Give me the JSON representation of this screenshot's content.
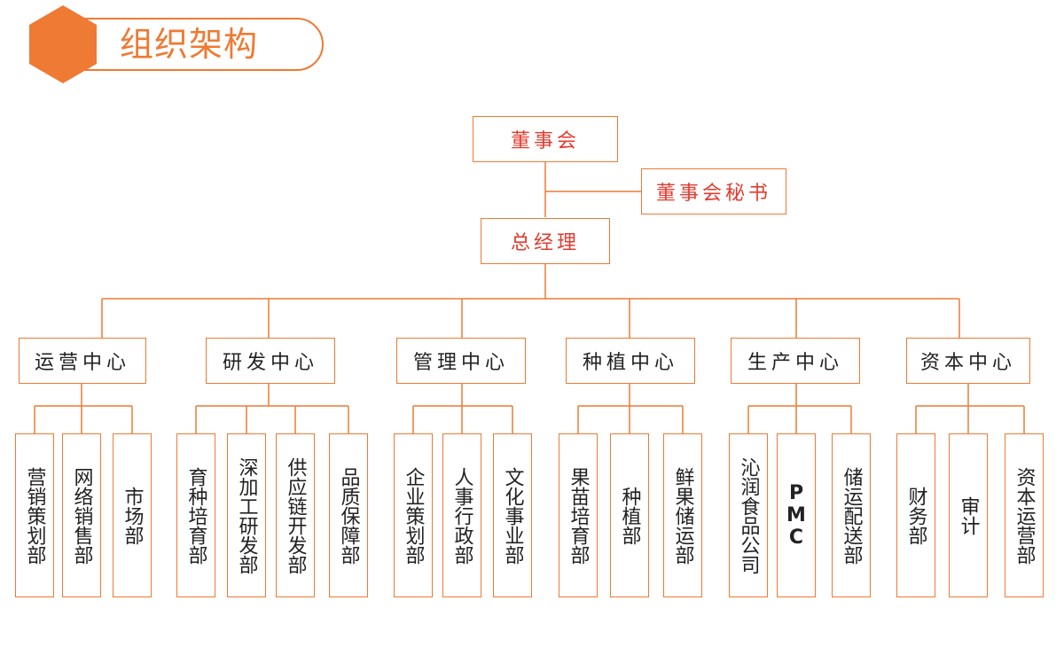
{
  "title": "组织架构",
  "colors": {
    "accent": "#ee7a33",
    "top_text": "#e23b2e",
    "text": "#222222"
  },
  "top": {
    "board": "董事会",
    "secretary": "董事会秘书",
    "gm": "总经理"
  },
  "centers": [
    {
      "name": "运营中心",
      "departments": [
        "营销策划部",
        "网络销售部",
        "市场部"
      ]
    },
    {
      "name": "研发中心",
      "departments": [
        "育种培育部",
        "深加工研发部",
        "供应链开发部",
        "品质保障部"
      ]
    },
    {
      "name": "管理中心",
      "departments": [
        "企业策划部",
        "人事行政部",
        "文化事业部"
      ]
    },
    {
      "name": "种植中心",
      "departments": [
        "果苗培育部",
        "种植部",
        "鲜果储运部"
      ]
    },
    {
      "name": "生产中心",
      "departments": [
        "沁润食品公司",
        "PMC",
        "储运配送部"
      ]
    },
    {
      "name": "资本中心",
      "departments": [
        "财务部",
        "审计",
        "资本运营部"
      ]
    }
  ]
}
